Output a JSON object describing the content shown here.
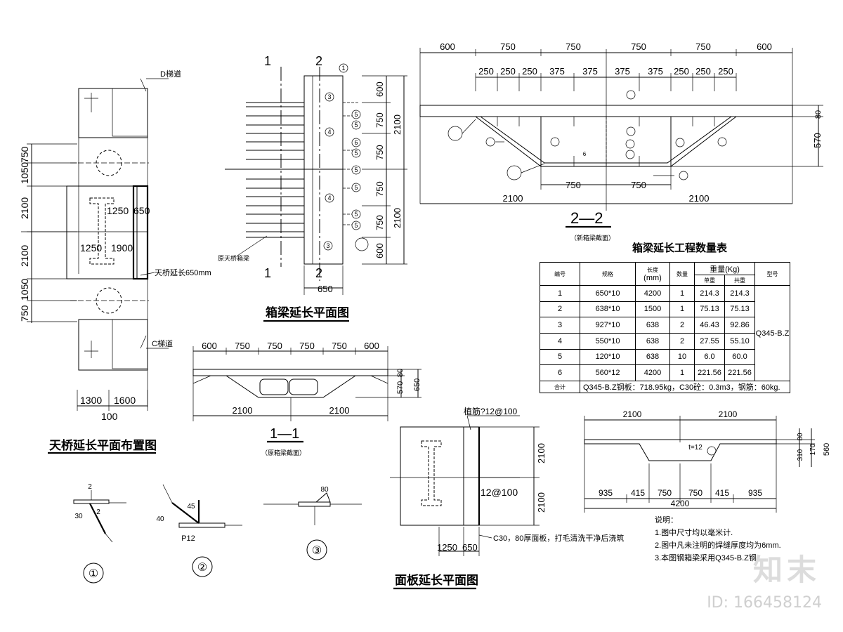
{
  "titles": {
    "plan_layout": "天桥延长平面布置图",
    "box_plan": "箱梁延长平面图",
    "deck_plan": "面板延长平面图",
    "section_22": "2—2",
    "section_22_sub": "（新箱梁截面）",
    "section_11": "1—1",
    "section_11_sub": "（原箱梁截面）",
    "table_title": "箱梁延长工程数量表"
  },
  "plan_layout": {
    "stair_d": "D梯道",
    "stair_c": "C梯道",
    "extension_note": "天桥延长650mm",
    "dims_left": [
      "750",
      "1050",
      "2100",
      "2100",
      "1050",
      "750"
    ],
    "dims_mid": [
      "1250",
      "650",
      "1250",
      "1900"
    ],
    "dims_bottom": [
      "1300",
      "1600"
    ],
    "dim_100": "100"
  },
  "box_plan": {
    "section_marks": [
      "1",
      "2",
      "1",
      "2"
    ],
    "original_note": "原天桥箱梁",
    "dims_right": [
      "600",
      "750",
      "750",
      "750",
      "750",
      "600"
    ],
    "dims_total": [
      "2100",
      "2100"
    ],
    "dim_bottom": "650",
    "callouts": [
      "1",
      "3",
      "5",
      "5",
      "4",
      "6",
      "5",
      "5",
      "5",
      "4",
      "5",
      "5",
      "3"
    ]
  },
  "section_22": {
    "top_dims": [
      "600",
      "750",
      "750",
      "750",
      "750",
      "600"
    ],
    "sub_dims": [
      "250",
      "250",
      "250",
      "375",
      "375",
      "375",
      "375",
      "250",
      "250",
      "250"
    ],
    "bottom_dims": [
      "750",
      "750"
    ],
    "total_dims": [
      "2100",
      "2100"
    ],
    "height_dims": [
      "80",
      "570"
    ],
    "label_6": "6"
  },
  "section_11": {
    "top_dims": [
      "600",
      "750",
      "750",
      "750",
      "750",
      "600"
    ],
    "total_dims": [
      "2100",
      "2100"
    ],
    "height_dims": [
      "80",
      "570",
      "650"
    ]
  },
  "deck_plan": {
    "rebar_top": "植筋?12@100",
    "rebar_mid": "12@100",
    "dims_right": [
      "2100",
      "2100"
    ],
    "dims_bottom": [
      "1250",
      "650"
    ],
    "concrete_note": "C30，80厚面板，打毛清洗干净后浇筑"
  },
  "section_6": {
    "top_dims": [
      "2100",
      "2100"
    ],
    "bottom_dims": [
      "935",
      "415",
      "750",
      "750",
      "415",
      "935"
    ],
    "total": "4200",
    "plate": "t=12",
    "height_dims": [
      "80",
      "170",
      "310",
      "560"
    ]
  },
  "table": {
    "headers": [
      "编号",
      "规格",
      "长度",
      "(mm)",
      "数量",
      "重量(Kg)",
      "单重",
      "共重",
      "型号"
    ],
    "rows": [
      [
        "1",
        "650*10",
        "4200",
        "1",
        "214.3",
        "214.3"
      ],
      [
        "2",
        "638*10",
        "1500",
        "1",
        "75.13",
        "75.13"
      ],
      [
        "3",
        "927*10",
        "638",
        "2",
        "46.43",
        "92.86"
      ],
      [
        "4",
        "550*10",
        "638",
        "2",
        "27.55",
        "55.10"
      ],
      [
        "5",
        "120*10",
        "638",
        "10",
        "6.0",
        "60.0"
      ],
      [
        "6",
        "560*12",
        "4200",
        "1",
        "221.56",
        "221.56"
      ]
    ],
    "model": "Q345-B.Z",
    "total_label": "合计",
    "total_text": "Q345-B.Z钢板：718.95kg，C30砼：0.3m3，钢筋：60kg."
  },
  "notes": {
    "heading": "说明：",
    "lines": [
      "1.图中尺寸均以毫米计.",
      "2.图中凡未注明的焊缝厚度均为6mm.",
      "3.本图钢箱梁采用Q345-B.Z钢"
    ]
  },
  "welds": {
    "labels": [
      "①",
      "②",
      "③"
    ],
    "angles": [
      "30",
      "40",
      "45",
      "80"
    ],
    "misc": [
      "P12",
      "2",
      "2"
    ]
  },
  "watermark": {
    "brand": "知末",
    "id": "ID: 166458124"
  }
}
